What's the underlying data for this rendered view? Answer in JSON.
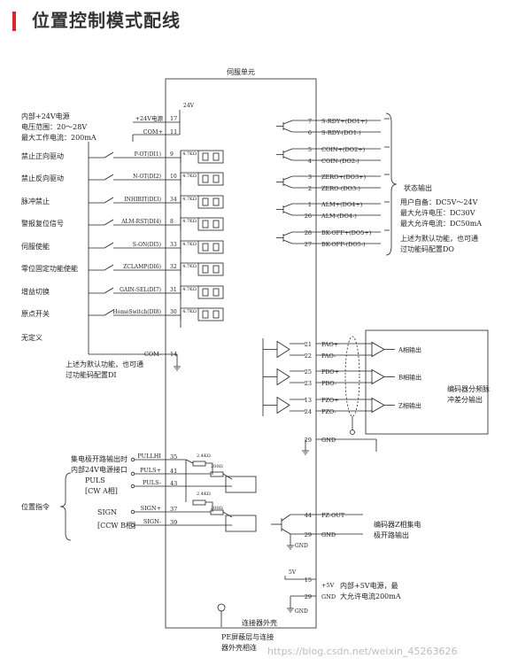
{
  "header": {
    "title": "位置控制模式配线"
  },
  "servo_label": "伺服单元",
  "left_notes": {
    "power_lines": [
      "内部+24V电源",
      "电压范围：20～28V",
      "最大工作电流：200mA"
    ],
    "di_note_lines": [
      "上述为默认功能，也可通",
      "过功能码配置DI"
    ],
    "pos_cmd": "位置指令",
    "oc_lines": [
      "集电极开路输出时",
      "内部24V电源接口"
    ],
    "puls_lines": [
      "PULS",
      "[CW A相]"
    ],
    "sign_lines": [
      "SIGN",
      "[CCW B相]"
    ]
  },
  "di_functions": [
    "禁止正向驱动",
    "禁止反向驱动",
    "脉冲禁止",
    "警报复位信号",
    "伺服使能",
    "零位固定功能使能",
    "增益切换",
    "原点开关",
    "无定义"
  ],
  "di_pins": [
    {
      "label": "P-OT(DI1)",
      "pin": "9"
    },
    {
      "label": "N-OT(DI2)",
      "pin": "10"
    },
    {
      "label": "INHIBIT(DI3)",
      "pin": "34"
    },
    {
      "label": "ALM-RST(DI4)",
      "pin": "8"
    },
    {
      "label": "S-ON(DI5)",
      "pin": "33"
    },
    {
      "label": "ZCLAMP(DI6)",
      "pin": "32"
    },
    {
      "label": "GAIN-SEL(DI7)",
      "pin": "31"
    },
    {
      "label": "HomeSwitch(DI8)",
      "pin": "30"
    }
  ],
  "resistor_4k7": "4.7KΩ",
  "power_pins": [
    {
      "label": "+24V电源",
      "pin": "17"
    },
    {
      "label": "COM+",
      "pin": "11"
    }
  ],
  "v24_tag": "24V",
  "com_minus": {
    "label": "COM-",
    "pin": "14"
  },
  "do_pins": [
    {
      "label": "S-RDY+(DO1+)",
      "pin": "7"
    },
    {
      "label": "S-RDY-(DO1-)",
      "pin": "6"
    },
    {
      "label": "COIN+(DO2+)",
      "pin": "5"
    },
    {
      "label": "COIN-(DO2-)",
      "pin": "4"
    },
    {
      "label": "ZERO+(DO3+)",
      "pin": "3"
    },
    {
      "label": "ZERO-(DO3-)",
      "pin": "2"
    },
    {
      "label": "ALM+(DO4+)",
      "pin": "1"
    },
    {
      "label": "ALM-(DO4-)",
      "pin": "26"
    },
    {
      "label": "BK-OFF+(DO5+)",
      "pin": "28"
    },
    {
      "label": "BK-OFF-(DO5-)",
      "pin": "27"
    }
  ],
  "right_notes": {
    "status_title": "状态输出",
    "status_lines": [
      "用户自备：DC5V～24V",
      "最大允许电压：DC30V",
      "最大允许电流：DC50mA"
    ],
    "do_note_lines": [
      "上述为默认功能，也可通",
      "过功能码配置DO"
    ],
    "encoder_box_lines": [
      "编码器分频脉",
      "冲差分输出"
    ],
    "phase_labels": [
      "A相输出",
      "B相输出",
      "Z相输出"
    ],
    "oc_z_lines": [
      "编码器Z相集电",
      "极开路输出"
    ],
    "v5_lines": [
      "内部+5V电源，最",
      "大允许电流200mA"
    ]
  },
  "enc_pins": [
    {
      "label": "PAO+",
      "pin": "21"
    },
    {
      "label": "PAO-",
      "pin": "22"
    },
    {
      "label": "PBO+",
      "pin": "25"
    },
    {
      "label": "PBO-",
      "pin": "23"
    },
    {
      "label": "PZO+",
      "pin": "13"
    },
    {
      "label": "PZO-",
      "pin": "24"
    }
  ],
  "gnd_pin": {
    "label": "GND",
    "pin": "29"
  },
  "pz_out": {
    "label": "PZ-OUT",
    "pin": "44"
  },
  "gnd_pin2": {
    "label": "GND",
    "pin": "29"
  },
  "v5_pin": {
    "label": "+5V",
    "pin": "15"
  },
  "v5_tag": "5V",
  "gnd_pin3": {
    "label": "GND",
    "pin": "29"
  },
  "gnd_text": "GND",
  "pulse_pins": [
    {
      "label": "PULLHI",
      "pin": "35"
    },
    {
      "label": "PULS+",
      "pin": "41"
    },
    {
      "label": "PULS-",
      "pin": "43"
    },
    {
      "label": "SIGN+",
      "pin": "37"
    },
    {
      "label": "SIGN-",
      "pin": "39"
    }
  ],
  "res_24k": "2.4KΩ",
  "res_200": "200Ω",
  "shell_label": "连接器外壳",
  "pe_lines": [
    "PE屏蔽层与连接",
    "器外壳相连"
  ],
  "watermark": "https://blog.csdn.net/weixin_45263626"
}
